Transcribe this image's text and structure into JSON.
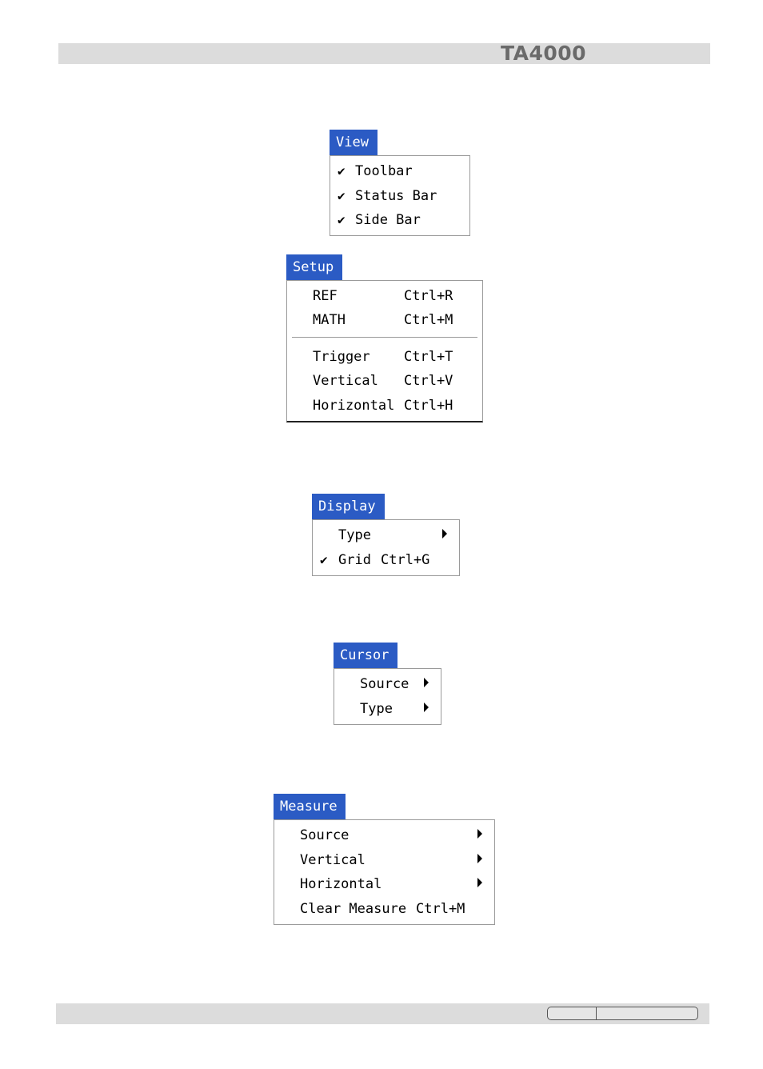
{
  "header": {
    "title": "TA4000"
  },
  "menus": {
    "view": {
      "title": "View",
      "items": [
        {
          "label": "Toolbar",
          "checked": true
        },
        {
          "label": "Status Bar",
          "checked": true
        },
        {
          "label": "Side Bar",
          "checked": true
        }
      ],
      "check_glyph": "✔"
    },
    "setup": {
      "title": "Setup",
      "items": [
        {
          "label": "REF",
          "shortcut": "Ctrl+R"
        },
        {
          "label": "MATH",
          "shortcut": "Ctrl+M"
        },
        {
          "label": "Trigger",
          "shortcut": "Ctrl+T"
        },
        {
          "label": "Vertical",
          "shortcut": "Ctrl+V"
        },
        {
          "label": "Horizontal",
          "shortcut": "Ctrl+H"
        }
      ]
    },
    "display": {
      "title": "Display",
      "items": [
        {
          "label": "Type",
          "submenu": true
        },
        {
          "label": "Grid",
          "shortcut": "Ctrl+G",
          "checked": true
        }
      ],
      "check_glyph": "✔"
    },
    "cursor": {
      "title": "Cursor",
      "items": [
        {
          "label": "Source",
          "submenu": true
        },
        {
          "label": "Type",
          "submenu": true
        }
      ]
    },
    "measure": {
      "title": "Measure",
      "items": [
        {
          "label": "Source",
          "submenu": true
        },
        {
          "label": "Vertical",
          "submenu": true
        },
        {
          "label": "Horizontal",
          "submenu": true
        },
        {
          "label": "Clear Measure",
          "shortcut": "Ctrl+M"
        }
      ]
    }
  }
}
